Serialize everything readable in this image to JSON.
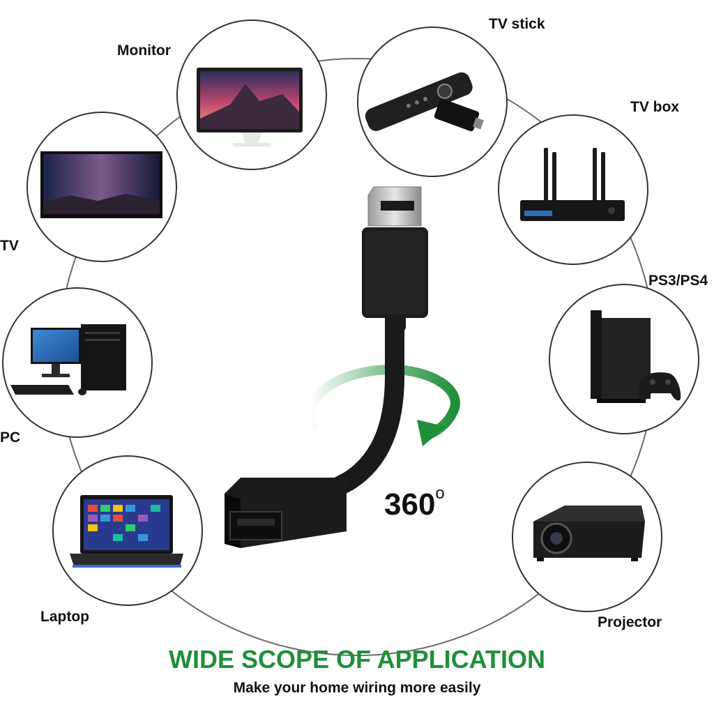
{
  "devices": {
    "monitor": "Monitor",
    "tv_stick": "TV stick",
    "tv_box": "TV box",
    "tv": "TV",
    "ps": "PS3/PS4",
    "pc": "PC",
    "laptop": "Laptop",
    "projector": "Projector"
  },
  "rotation": {
    "value": "360",
    "unit": "o"
  },
  "headline": "WIDE SCOPE OF APPLICATION",
  "subline": "Make your home wiring more easily",
  "colors": {
    "accent_green": "#1f8f3a",
    "cable_black": "#1a1a1a",
    "ring_gray": "#6b6b6b"
  }
}
